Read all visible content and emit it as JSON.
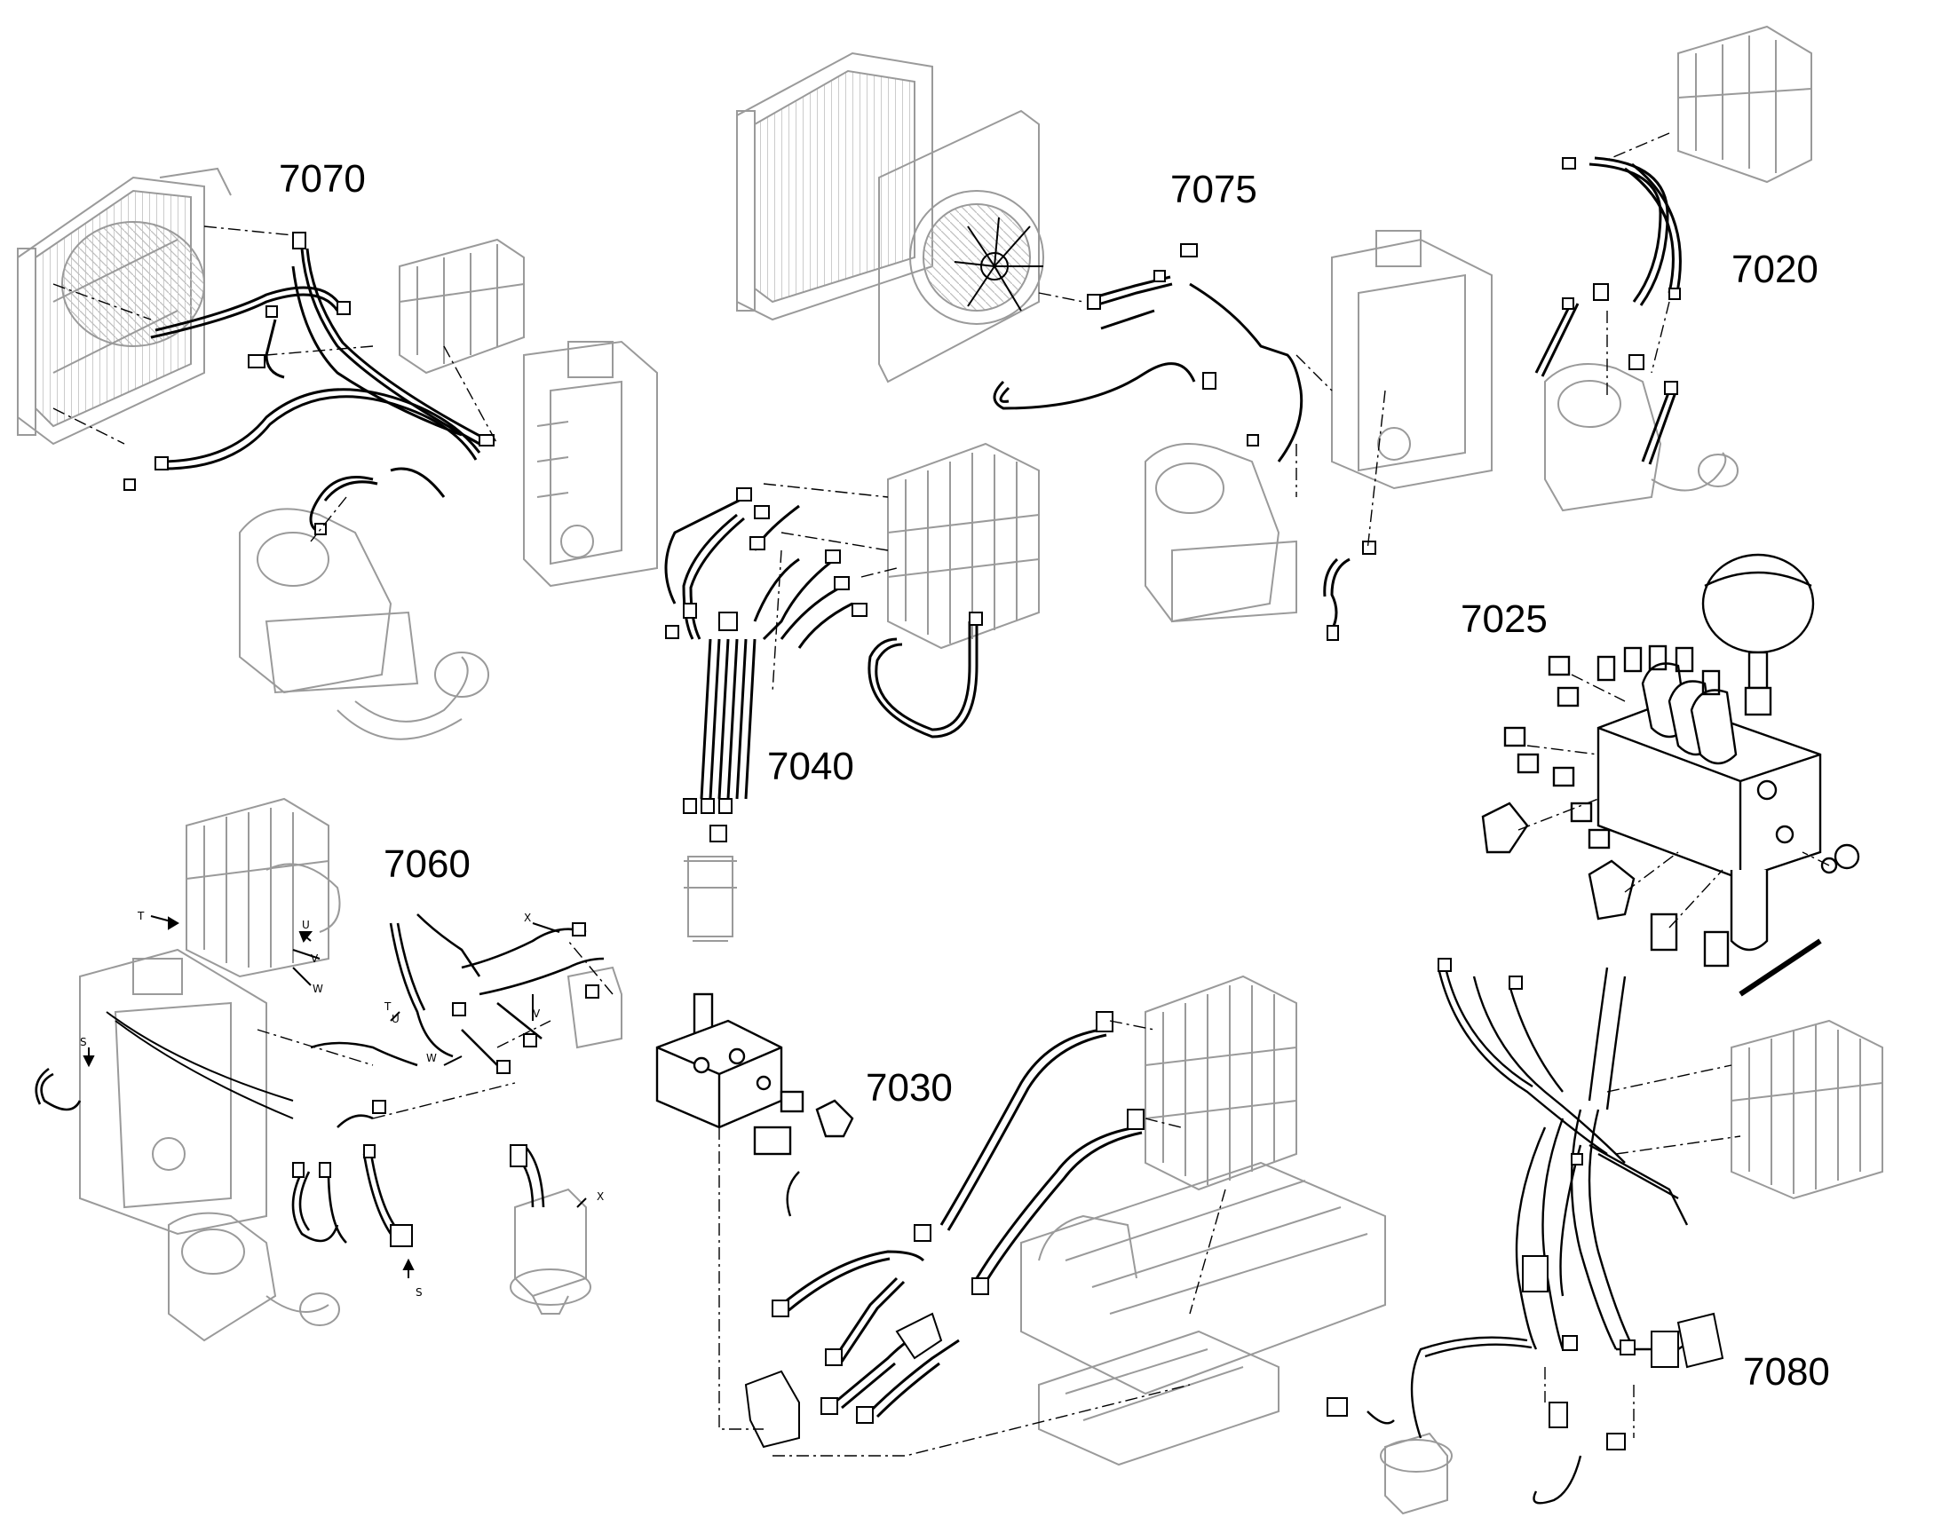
{
  "figure": {
    "groups": [
      {
        "id": "7070",
        "label": "7070"
      },
      {
        "id": "7075",
        "label": "7075"
      },
      {
        "id": "7020",
        "label": "7020"
      },
      {
        "id": "7025",
        "label": "7025"
      },
      {
        "id": "7040",
        "label": "7040"
      },
      {
        "id": "7060",
        "label": "7060"
      },
      {
        "id": "7030",
        "label": "7030"
      },
      {
        "id": "7080",
        "label": "7080"
      }
    ],
    "port_letters": [
      "T",
      "U",
      "V",
      "W",
      "X",
      "S"
    ],
    "colors": {
      "line": "#000000",
      "part_outline": "#9a9a9a",
      "background": "#ffffff"
    }
  }
}
